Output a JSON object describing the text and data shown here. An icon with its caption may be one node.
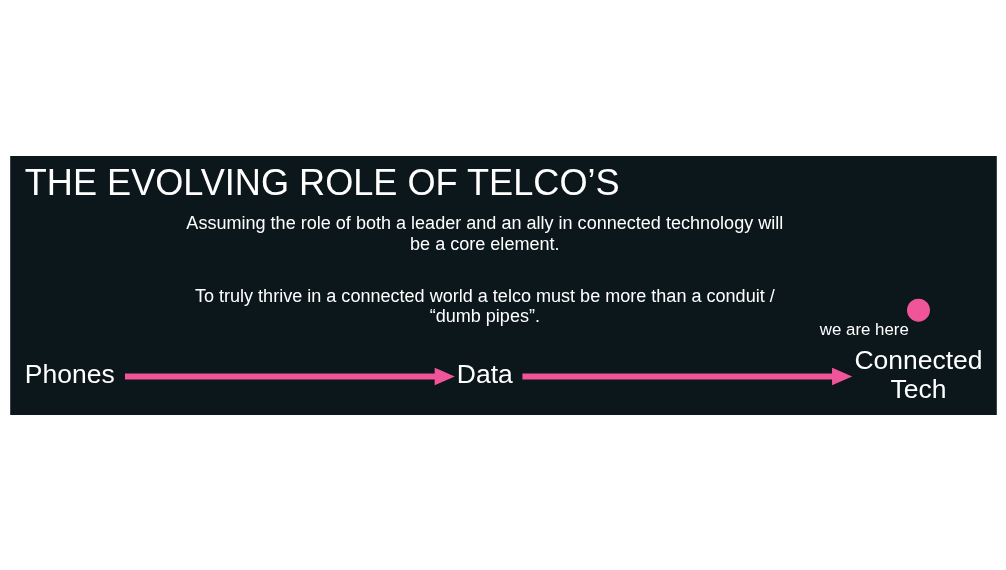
{
  "diagram": {
    "title": "THE EVOLVING ROLE OF TELCO’S",
    "nodes": [
      {
        "text": [
          "Phones"
        ]
      },
      {
        "text": [
          "Data"
        ]
      },
      {
        "text": [
          "Connected Tech"
        ]
      },
      {
        "text": [],
        "shape": "circle",
        "beside": [
          "we are here"
        ]
      }
    ],
    "edges": [
      {
        "from": 0,
        "to": 1,
        "arrow": "to"
      },
      {
        "from": 1,
        "to": 2,
        "arrow": "to"
      }
    ],
    "labels": [
      "To truly thrive in a connected world a telco must be more than a conduit / “dumb pipes”.",
      "Assuming the role of both a leader and an ally in connected technology will be a core element."
    ]
  }
}
